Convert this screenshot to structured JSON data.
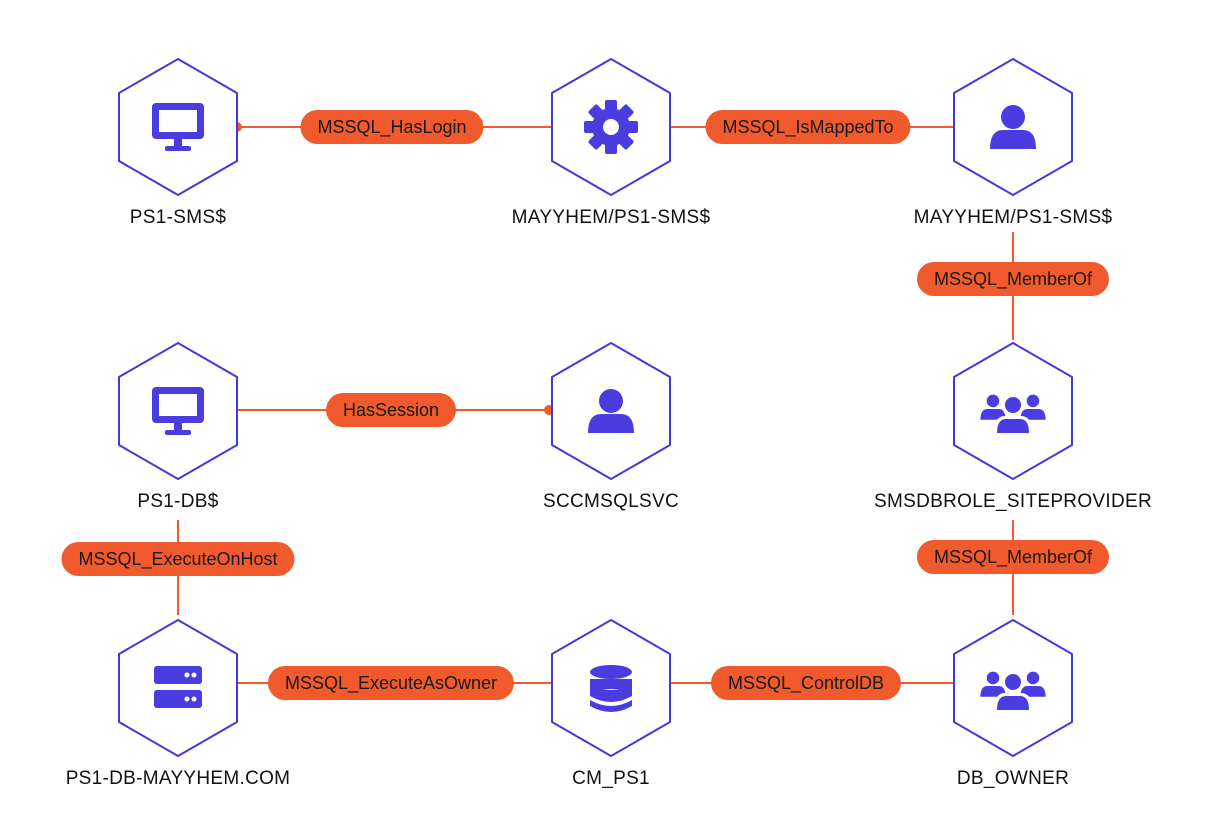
{
  "colors": {
    "edge": "#f05a2c",
    "hex_stroke": "#4338d9",
    "icon": "#4a3de0",
    "text": "#111111"
  },
  "nodes": [
    {
      "id": "ps1-sms",
      "label": "PS1-SMS$",
      "icon": "monitor-icon"
    },
    {
      "id": "login-mayyhem-ps1-sms",
      "label": "MAYYHEM/PS1-SMS$",
      "icon": "gear-icon"
    },
    {
      "id": "user-mayyhem-ps1-sms",
      "label": "MAYYHEM/PS1-SMS$",
      "icon": "user-icon"
    },
    {
      "id": "ps1-db",
      "label": "PS1-DB$",
      "icon": "monitor-icon"
    },
    {
      "id": "sccmsqlsvc",
      "label": "SCCMSQLSVC",
      "icon": "user-icon"
    },
    {
      "id": "smsdbrole-siteprovider",
      "label": "SMSDBROLE_SITEPROVIDER",
      "icon": "users-icon"
    },
    {
      "id": "ps1-db-mayyhem-com",
      "label": "PS1-DB-MAYYHEM.COM",
      "icon": "server-icon"
    },
    {
      "id": "cm-ps1",
      "label": "CM_PS1",
      "icon": "database-icon"
    },
    {
      "id": "db-owner",
      "label": "DB_OWNER",
      "icon": "users-icon"
    }
  ],
  "edges": [
    {
      "from": "ps1-sms",
      "to": "login-mayyhem-ps1-sms",
      "label": "MSSQL_HasLogin"
    },
    {
      "from": "login-mayyhem-ps1-sms",
      "to": "user-mayyhem-ps1-sms",
      "label": "MSSQL_IsMappedTo"
    },
    {
      "from": "user-mayyhem-ps1-sms",
      "to": "smsdbrole-siteprovider",
      "label": "MSSQL_MemberOf"
    },
    {
      "from": "ps1-db",
      "to": "sccmsqlsvc",
      "label": "HasSession"
    },
    {
      "from": "smsdbrole-siteprovider",
      "to": "db-owner",
      "label": "MSSQL_MemberOf"
    },
    {
      "from": "ps1-db",
      "to": "ps1-db-mayyhem-com",
      "label": "MSSQL_ExecuteOnHost"
    },
    {
      "from": "ps1-db-mayyhem-com",
      "to": "cm-ps1",
      "label": "MSSQL_ExecuteAsOwner"
    },
    {
      "from": "cm-ps1",
      "to": "db-owner",
      "label": "MSSQL_ControlDB"
    }
  ]
}
